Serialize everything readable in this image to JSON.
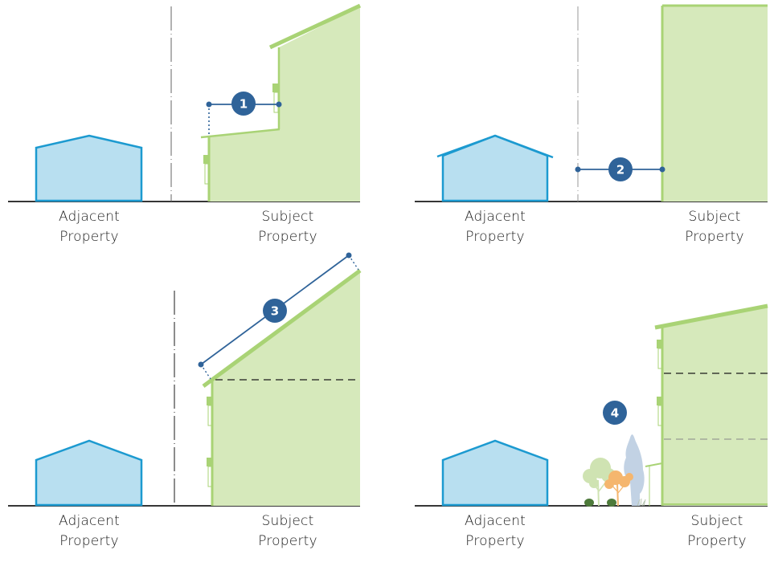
{
  "colors": {
    "adjacent_fill": "#b8dff0",
    "adjacent_stroke": "#1c9ad0",
    "subject_fill": "#d6e9bb",
    "subject_stroke": "#a9d375",
    "window_fill": "#a9d375",
    "badge": "#2f6399",
    "dimension_line": "#2f6399",
    "ground": "#1a1a1a",
    "property_line": "#555555",
    "tree_light_green": "#cfe3b2",
    "tree_orange": "#f5b66e",
    "tree_blue": "#c2d2e4",
    "shrub_dark_green": "#4d7a3a"
  },
  "panels": [
    {
      "id": 1,
      "badge": "1",
      "concept": "upper-storey step-back from side property line",
      "adjacent_label": [
        "Adjacent",
        "Property"
      ],
      "subject_label": [
        "Subject",
        "Property"
      ]
    },
    {
      "id": 2,
      "badge": "2",
      "concept": "side setback from property line",
      "adjacent_label": [
        "Adjacent",
        "Property"
      ],
      "subject_label": [
        "Subject",
        "Property"
      ]
    },
    {
      "id": 3,
      "badge": "3",
      "concept": "angular plane above side wall",
      "adjacent_label": [
        "Adjacent",
        "Property"
      ],
      "subject_label": [
        "Subject",
        "Property"
      ]
    },
    {
      "id": 4,
      "badge": "4",
      "concept": "landscaping buffer between properties",
      "adjacent_label": [
        "Adjacent",
        "Property"
      ],
      "subject_label": [
        "Subject",
        "Property"
      ]
    }
  ]
}
